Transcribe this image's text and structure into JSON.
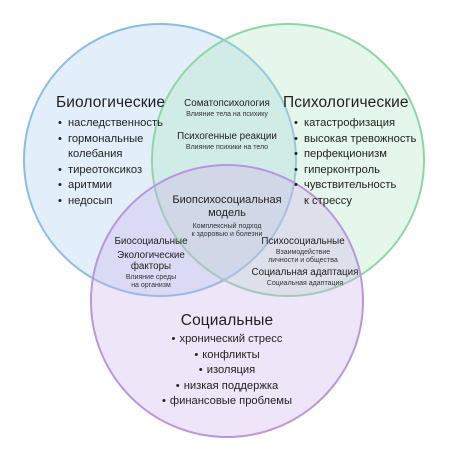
{
  "colors": {
    "bio_fill": "#a6cdf0",
    "bio_stroke": "#8bbce8",
    "psy_fill": "#aee5be",
    "psy_stroke": "#8fd6a5",
    "soc_fill": "#ccaeea",
    "soc_stroke": "#b996e0"
  },
  "biological": {
    "title": "Биологические",
    "items": [
      "наследственность",
      "гормональные",
      "колебания",
      "тиреотоксикоз",
      "аритмии",
      "недосып"
    ]
  },
  "psychological": {
    "title": "Психологические",
    "items": [
      "катастрофизация",
      "высокая тревожность",
      "перфекционизм",
      "гиперконтроль",
      "чувствительность",
      "к стрессу"
    ]
  },
  "social": {
    "title": "Социальные",
    "items": [
      "хронический стресс",
      "конфликты",
      "изоляция",
      "низкая поддержка",
      "финансовые проблемы"
    ]
  },
  "bio_psy": {
    "title1": "Соматопсихология",
    "sub1": "Влияние тела на психику",
    "title2": "Психогенные реакции",
    "sub2": "Влияние психики на тело"
  },
  "center": {
    "title_line1": "Биопсихосоциальная",
    "title_line2": "модель",
    "sub_line1": "Комплексный подход",
    "sub_line2": "к здоровью и болезни"
  },
  "bio_soc": {
    "title": "Биосоциальные",
    "sub_title_line1": "Экологические",
    "sub_title_line2": "факторы",
    "sub_line1": "Влияние среды",
    "sub_line2": "на организм"
  },
  "psy_soc": {
    "title": "Психосоциальные",
    "sub1_line1": "Взаимодействие",
    "sub1_line2": "личности и общества",
    "title2": "Социальная адаптация",
    "sub2": "Социальная адаптация"
  }
}
